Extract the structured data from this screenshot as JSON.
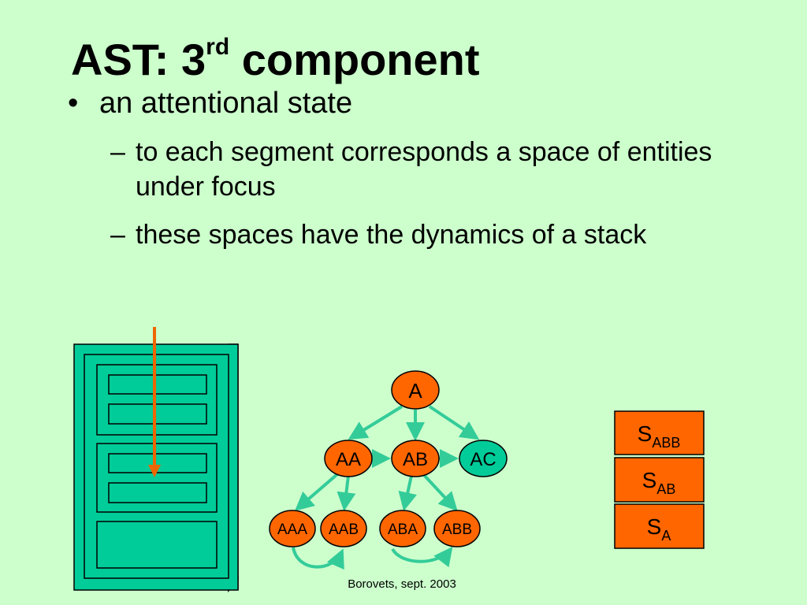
{
  "slide": {
    "title_main": "AST: 3",
    "title_sup": "rd",
    "title_tail": " component",
    "bullet_symbol": "•",
    "bullet1": "an attentional state",
    "dash_symbol": "–",
    "sub1": "to each segment corresponds a space of entities under focus",
    "sub2": "these spaces have the dynamics of a stack",
    "footer": "Borovets, sept. 2003"
  },
  "tree": {
    "root": "A",
    "level1": [
      "AA",
      "AB",
      "AC"
    ],
    "level2": [
      "AAA",
      "AAB",
      "ABA",
      "ABB"
    ]
  },
  "stack": {
    "items": [
      {
        "base": "S",
        "sub": "ABB"
      },
      {
        "base": "S",
        "sub": "AB"
      },
      {
        "base": "S",
        "sub": "A"
      }
    ]
  },
  "colors": {
    "background": "#ccffcc",
    "teal": "#00cc99",
    "orange": "#ff6600",
    "edge": "#33cc99",
    "arrow": "#ee6600"
  }
}
